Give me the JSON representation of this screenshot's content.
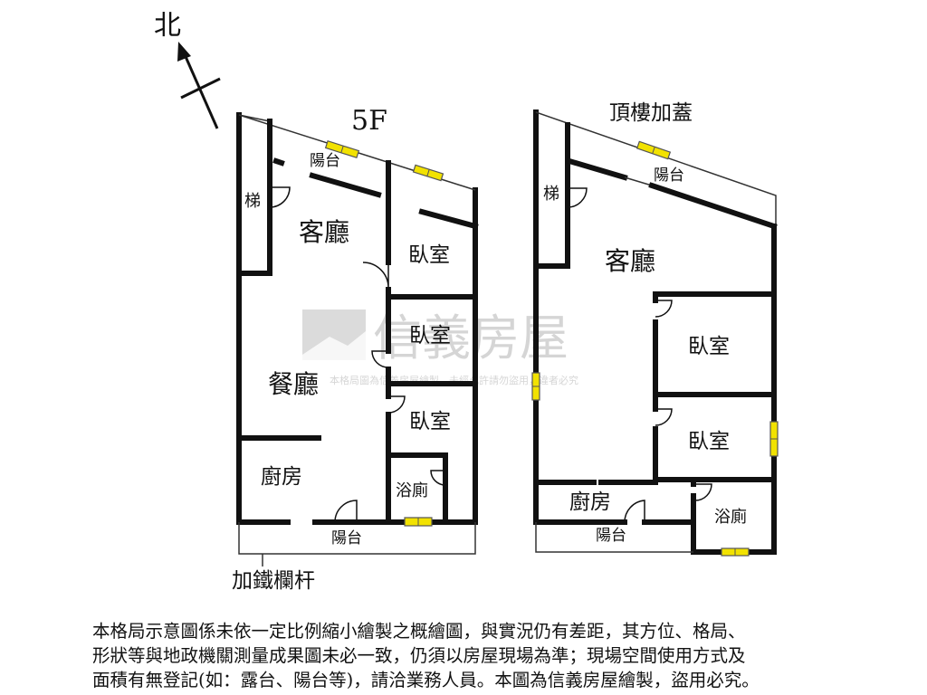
{
  "compass": {
    "north_label": "北"
  },
  "floor_5f": {
    "title": "5F",
    "rooms": {
      "balcony_top": "陽台",
      "stairs": "梯",
      "living_room": "客廳",
      "bedroom_1": "臥室",
      "bedroom_2": "臥室",
      "dining_room": "餐廳",
      "bedroom_3": "臥室",
      "kitchen": "廚房",
      "bathroom": "浴廁",
      "balcony_bottom": "陽台"
    },
    "railing_note": "加鐵欄杆"
  },
  "floor_roof": {
    "title": "頂樓加蓋",
    "rooms": {
      "stairs": "梯",
      "balcony_top": "陽台",
      "living_room": "客廳",
      "bedroom_1": "臥室",
      "bedroom_2": "臥室",
      "kitchen": "廚房",
      "bathroom": "浴廁",
      "balcony_bottom": "陽台"
    }
  },
  "watermark": {
    "brand": "信義房屋",
    "caption": "本格局圖為信義房屋繪製，未經允許請勿盜用，違者必究"
  },
  "disclaimer": {
    "line1": "本格局示意圖係未依一定比例縮小繪製之概繪圖，與實況仍有差距，其方位、格局、",
    "line2": "形狀等與地政機關測量成果圖未必一致，仍須以房屋現場為準；現場空間使用方式及",
    "line3": "面積有無登記(如：露台、陽台等)，請洽業務人員。本圖為信義房屋繪製，盜用必究。"
  }
}
